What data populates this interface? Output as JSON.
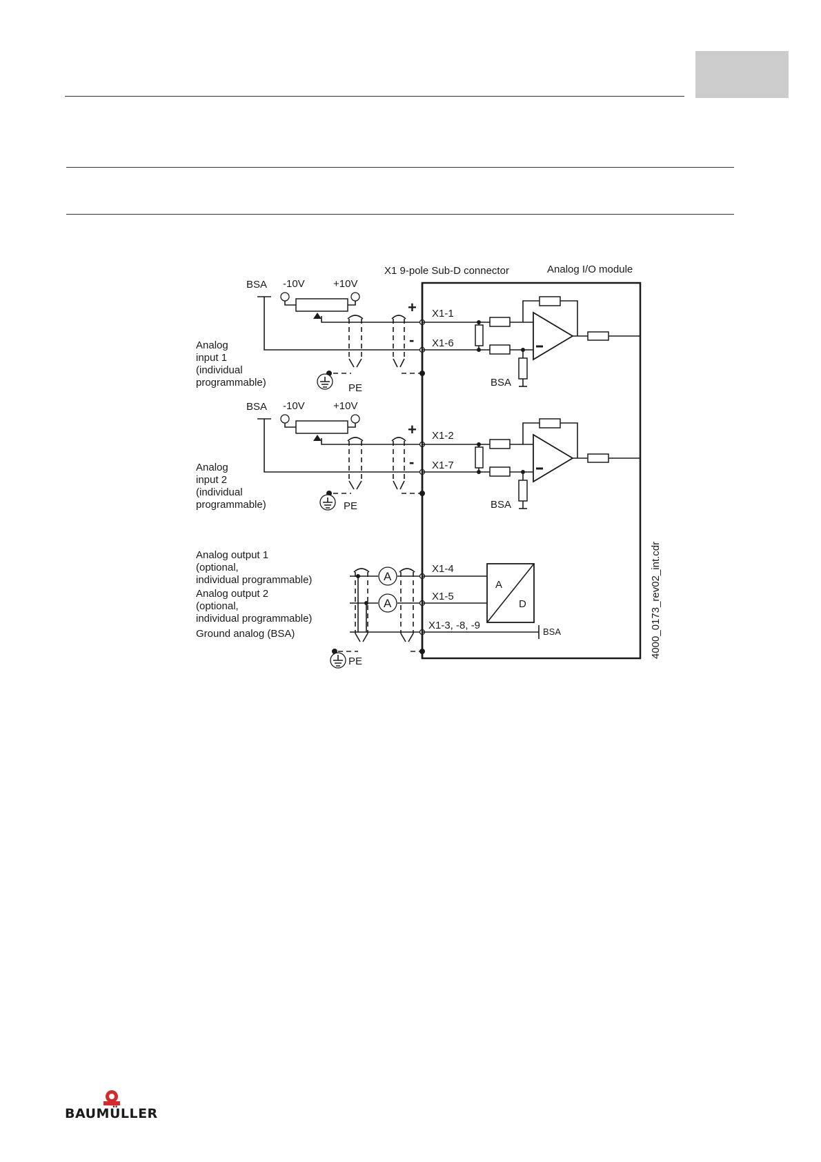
{
  "header": {
    "tab_color": "#cccccc"
  },
  "logo": {
    "text": "BAUMÜLLER",
    "mark_color": "#d42a2a"
  },
  "diagram": {
    "connector_title": "X1 9-pole Sub-D connector",
    "module_title": "Analog I/O module",
    "drawing_id": "4000_0173_rev02_int.cdr",
    "inputs": [
      {
        "bsa": "BSA",
        "minus_v": "-10V",
        "plus_v": "+10V",
        "label_lines": [
          "Analog",
          "input 1",
          "(individual",
          "programmable)"
        ],
        "pe": "PE",
        "pin_plus": "X1-1",
        "pin_minus": "X1-6",
        "gnd": "BSA"
      },
      {
        "bsa": "BSA",
        "minus_v": "-10V",
        "plus_v": "+10V",
        "label_lines": [
          "Analog",
          "input 2",
          "(individual",
          "programmable)"
        ],
        "pe": "PE",
        "pin_plus": "X1-2",
        "pin_minus": "X1-7",
        "gnd": "BSA"
      }
    ],
    "outputs": {
      "label_lines": [
        "Analog output 1",
        "(optional,",
        "individual programmable)",
        "Analog output 2",
        "(optional,",
        " individual programmable)",
        "Ground analog (BSA)"
      ],
      "pin_out1": "X1-4",
      "pin_out2": "X1-5",
      "pin_gnd": "X1-3, -8, -9",
      "meter": "A",
      "adc_a": "A",
      "adc_d": "D",
      "gnd": "BSA",
      "pe": "PE"
    },
    "signs": {
      "plus": "+",
      "minus": "-"
    }
  }
}
